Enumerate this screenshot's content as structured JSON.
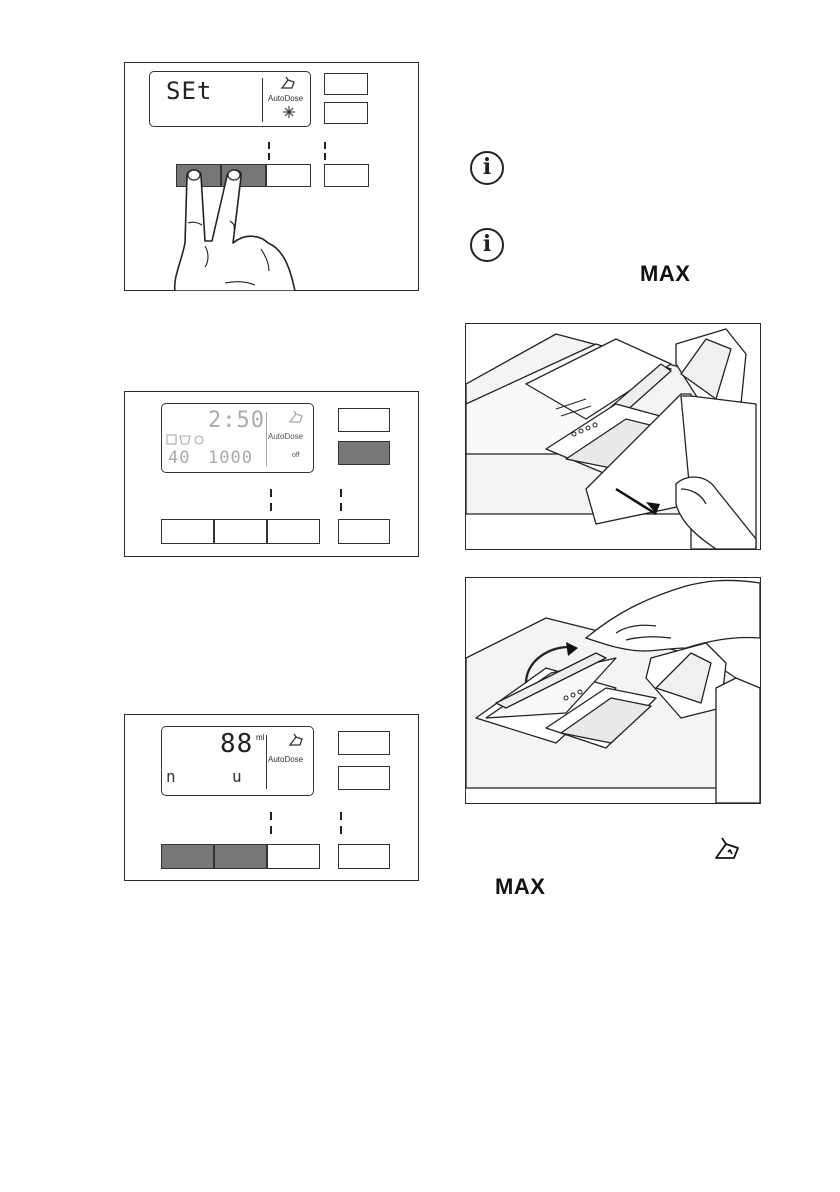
{
  "panel1": {
    "display": "SEt",
    "autodose": "AutoDose"
  },
  "panel2": {
    "display_time": "2:50",
    "display_temp": "40",
    "display_spin": "1000",
    "autodose": "AutoDose",
    "status": "off"
  },
  "panel3": {
    "display_value": "88",
    "display_unit": "ml",
    "autodose": "AutoDose",
    "left_glyph": "n",
    "right_glyph": "u"
  },
  "notes": {
    "max_label_1": "MAX",
    "max_label_2": "MAX"
  },
  "icons": [
    "info-icon",
    "detergent-icon",
    "snowflake-icon",
    "laundry-icon"
  ],
  "colors": {
    "button_pressed": "#777777",
    "line": "#222222"
  }
}
